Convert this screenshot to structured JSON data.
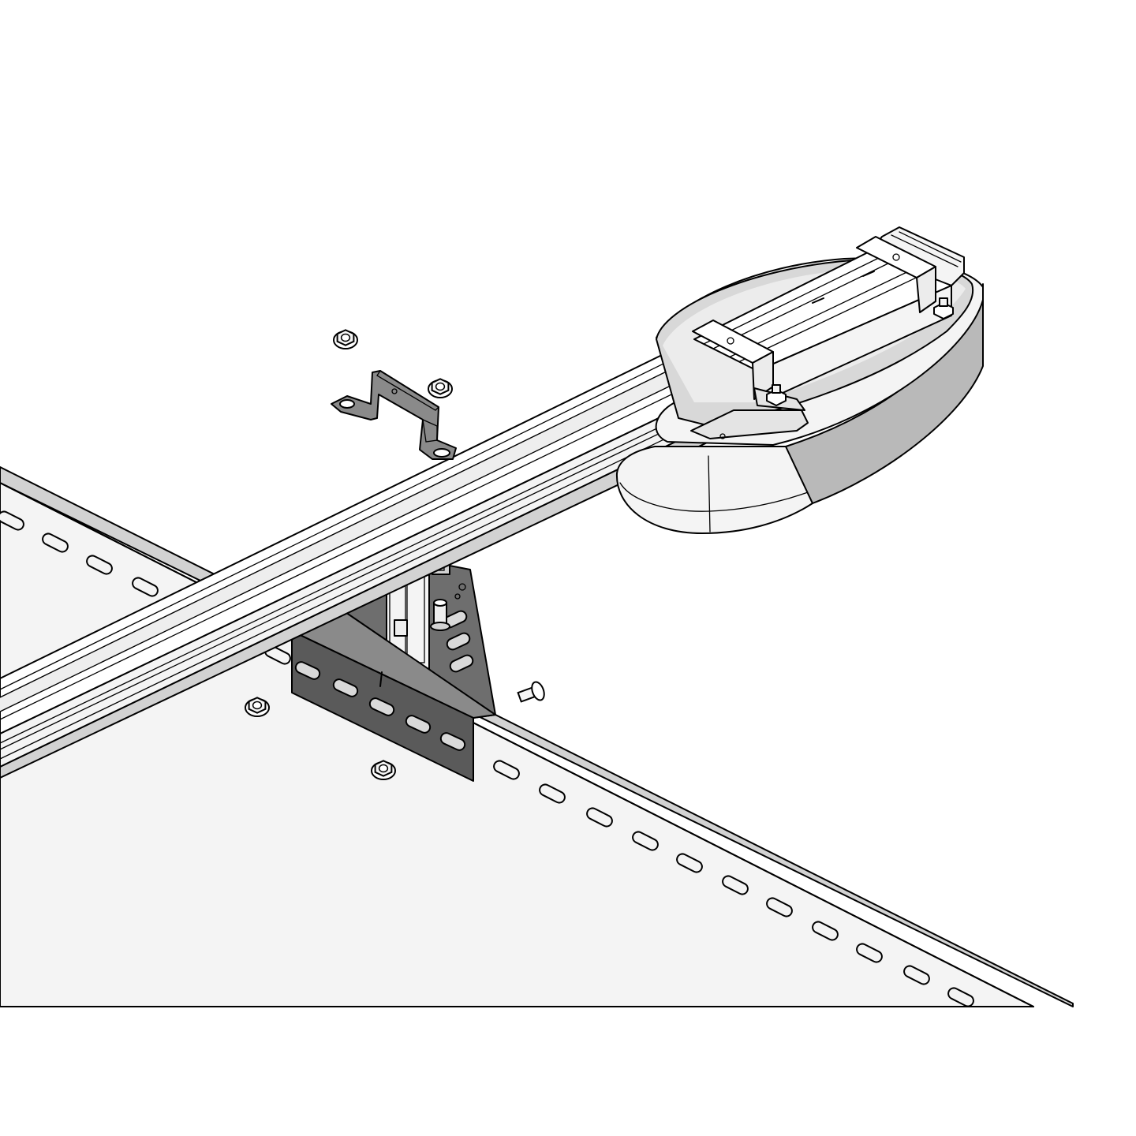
{
  "colors": {
    "background": "#ffffff",
    "outline": "#000000",
    "light_face": "#f4f4f4",
    "mid_face": "#d2d2d2",
    "shade_face": "#b9b9b9",
    "bracket_dark": "#5a5a5a",
    "bracket_mid": "#6e6e6e",
    "bracket_light": "#8a8a8a"
  },
  "parts": [
    {
      "name": "opener-motor-unit",
      "icon": "motor-housing"
    },
    {
      "name": "drive-rail",
      "icon": "rail-profile"
    },
    {
      "name": "slotted-support-rail",
      "icon": "perforated-channel"
    },
    {
      "name": "u-clamp-bracket",
      "icon": "u-bracket"
    },
    {
      "name": "mounting-bracket",
      "icon": "angle-bracket"
    },
    {
      "name": "flange-nuts",
      "icon": "hex-nut",
      "count": 4
    },
    {
      "name": "carriage-bolt",
      "icon": "bolt",
      "count": 1
    }
  ]
}
